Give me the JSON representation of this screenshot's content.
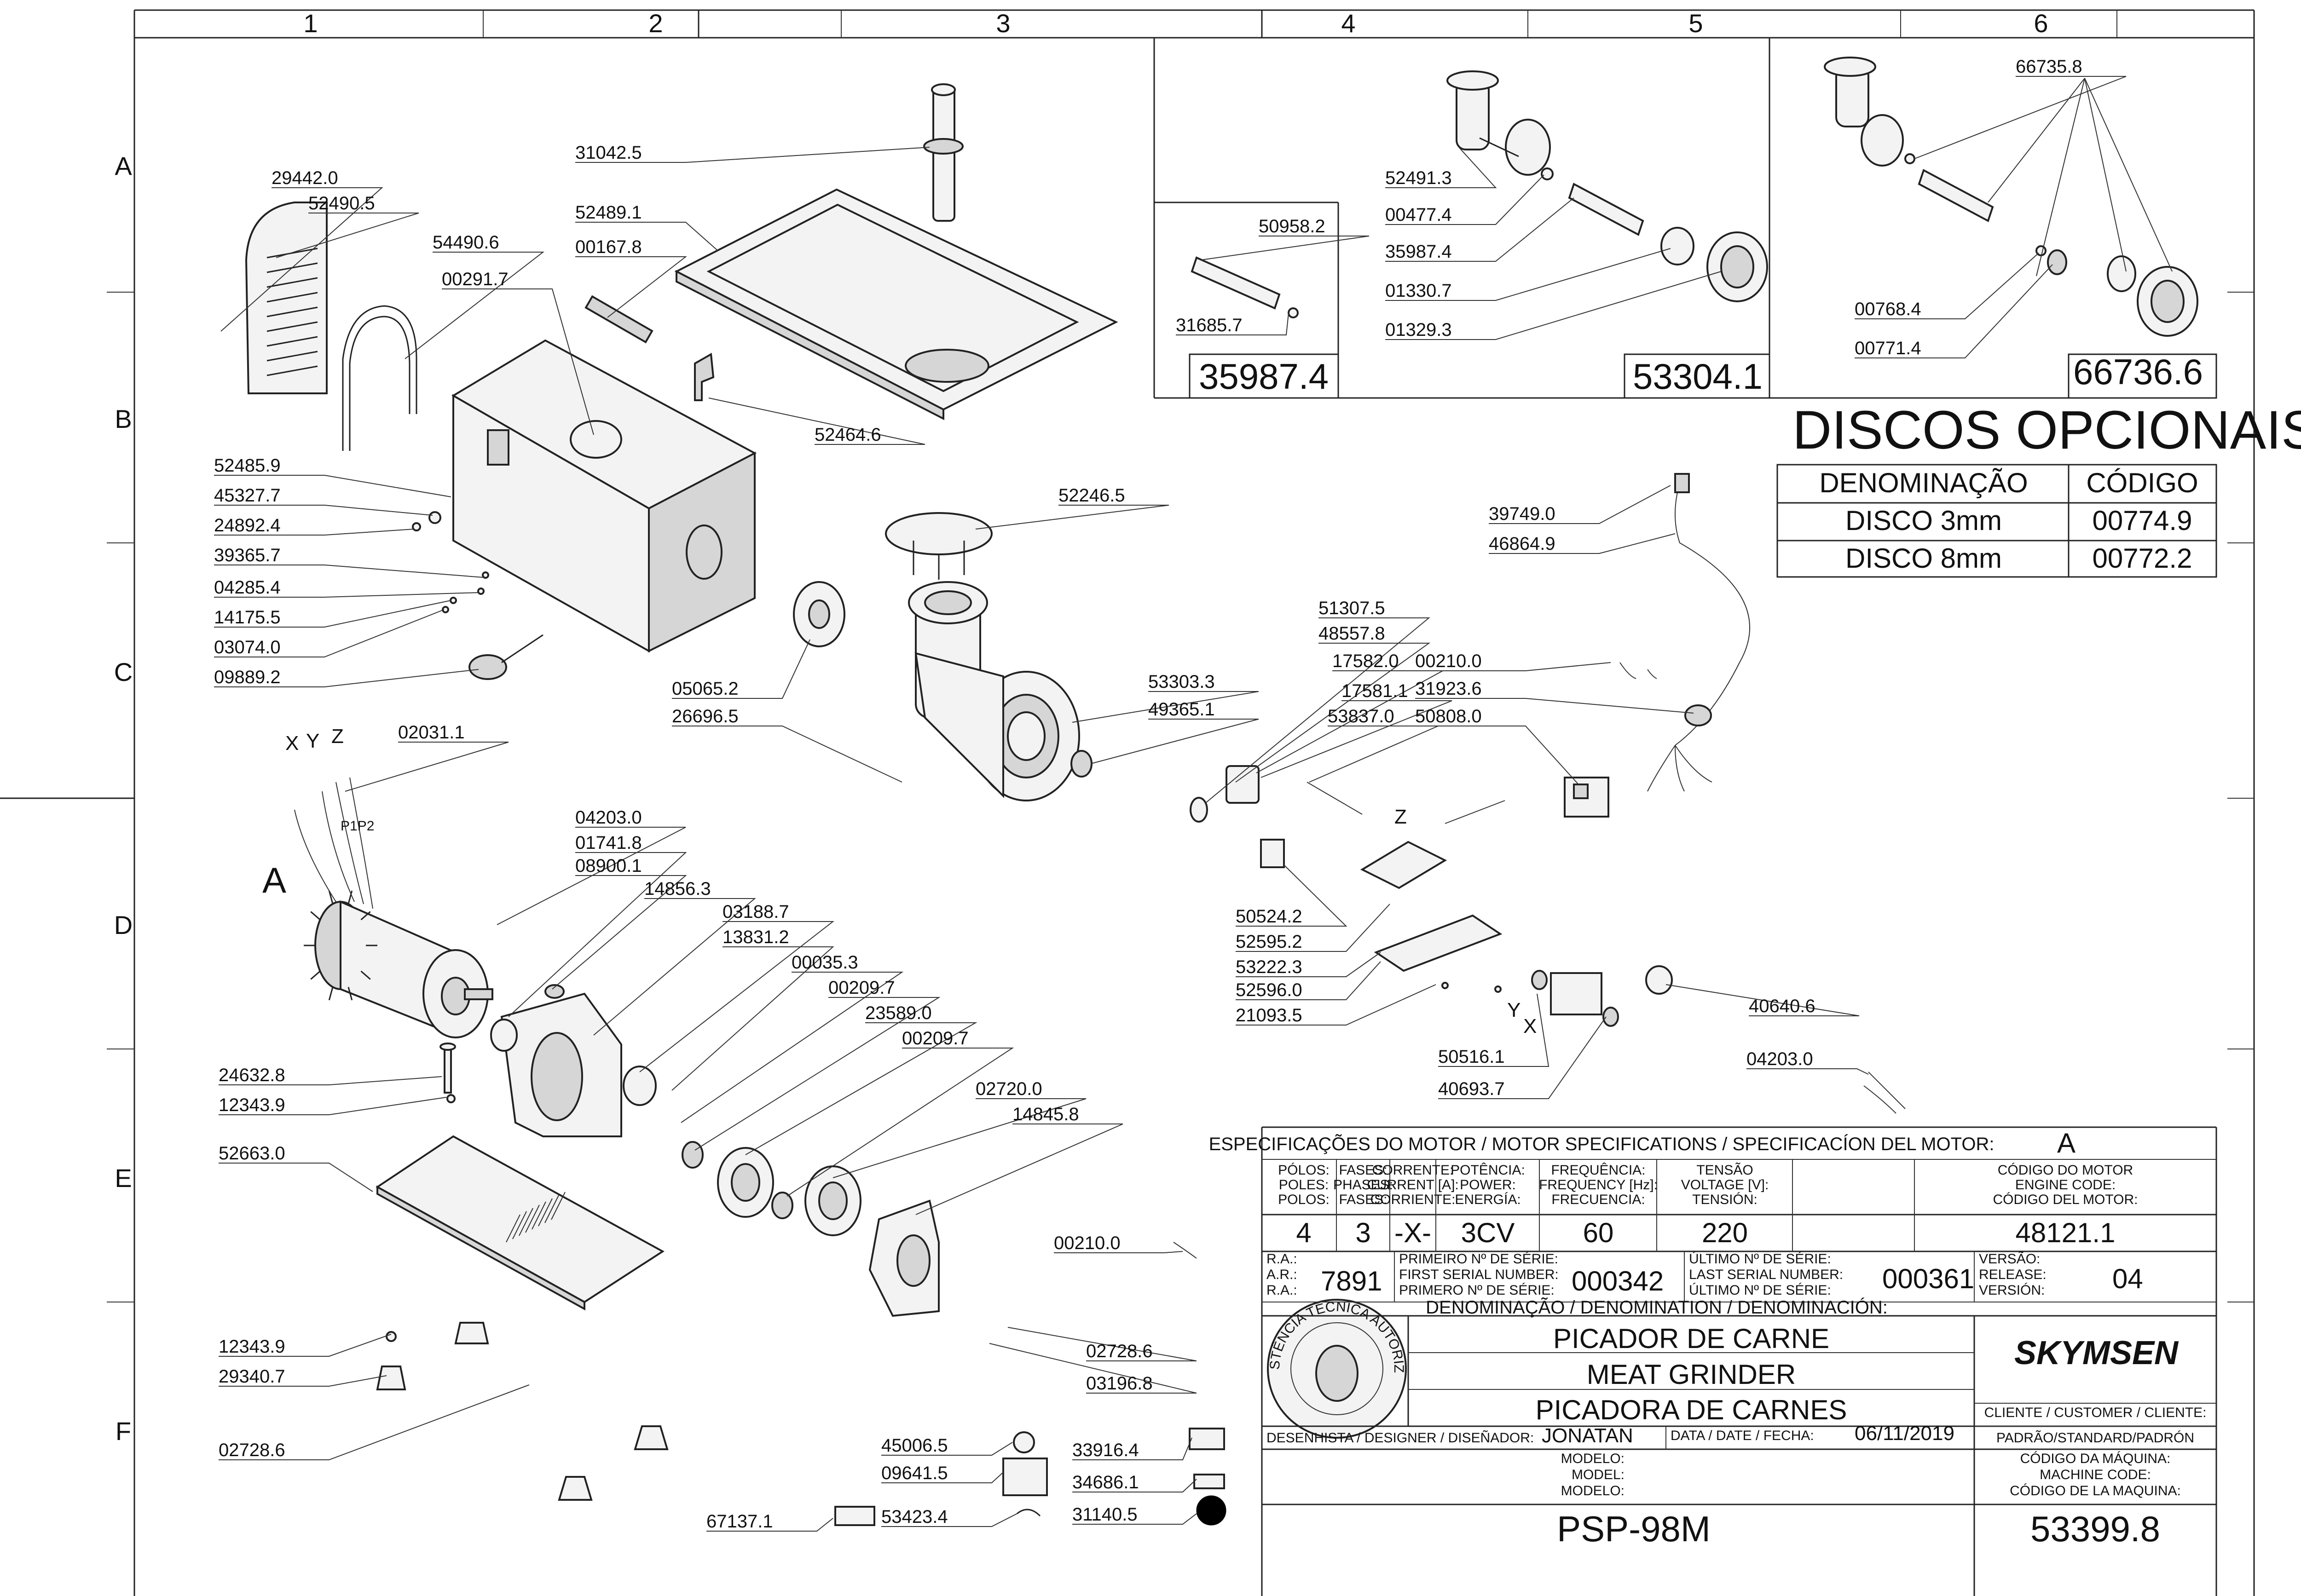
{
  "zones": {
    "columns": [
      "1",
      "2",
      "3",
      "4",
      "5",
      "6"
    ],
    "rows": [
      "A",
      "B",
      "C",
      "D",
      "E",
      "F"
    ]
  },
  "section_marker": "A",
  "axis_labels": {
    "motor_xyz": [
      "X",
      "Y",
      "Z"
    ],
    "wiring": "P1P2",
    "elec_z": "Z",
    "contactor_yx": [
      "Y",
      "X"
    ]
  },
  "part_labels": [
    "31042.5",
    "29442.0",
    "52490.5",
    "52489.1",
    "54490.6",
    "00167.8",
    "00291.7",
    "52464.6",
    "52485.9",
    "45327.7",
    "24892.4",
    "39365.7",
    "04285.4",
    "14175.5",
    "03074.0",
    "09889.2",
    "52246.5",
    "05065.2",
    "26696.5",
    "53303.3",
    "49365.1",
    "02031.1",
    "04203.0",
    "01741.8",
    "08900.1",
    "14856.3",
    "03188.7",
    "13831.2",
    "00035.3",
    "00209.7",
    "23589.0",
    "00209.7",
    "02720.0",
    "14845.8",
    "24632.8",
    "12343.9",
    "52663.0",
    "12343.9",
    "29340.7",
    "02728.6",
    "00210.0",
    "02728.6",
    "03196.8",
    "45006.5",
    "09641.5",
    "67137.1",
    "53423.4",
    "33916.4",
    "34686.1",
    "31140.5",
    "51307.5",
    "48557.8",
    "17582.0",
    "00210.0",
    "17581.1",
    "31923.6",
    "53837.0",
    "50808.0",
    "39749.0",
    "46864.9",
    "50524.2",
    "52595.2",
    "53222.3",
    "52596.0",
    "21093.5",
    "50516.1",
    "40693.7",
    "40640.6",
    "04203.0",
    "50958.2",
    "31685.7",
    "52491.3",
    "00477.4",
    "35987.4",
    "01330.7",
    "01329.3",
    "66735.8",
    "00768.4",
    "00771.4"
  ],
  "kits": {
    "kit1": "35987.4",
    "kit2": "53304.1",
    "kit3": "66736.6"
  },
  "optional_discs": {
    "title": "DISCOS OPCIONAIS",
    "headers": [
      "DENOMINAÇÃO",
      "CÓDIGO"
    ],
    "rows": [
      [
        "DISCO 3mm",
        "00774.9"
      ],
      [
        "DISCO 8mm",
        "00772.2"
      ]
    ]
  },
  "motor_spec": {
    "title": "ESPECIFICAÇÕES DO MOTOR / MOTOR SPECIFICATIONS / SPECIFICACÍON DEL MOTOR:",
    "motor_letter": "A",
    "columns": [
      {
        "header": [
          "PÓLOS:",
          "POLES:",
          "POLOS:"
        ],
        "value": "4"
      },
      {
        "header": [
          "FASES:",
          "PHASES:",
          "FASES:"
        ],
        "value": "3"
      },
      {
        "header": [
          "CORRENTE:",
          "CURRENT [A]:",
          "CORRIENTE:"
        ],
        "value": "-X-"
      },
      {
        "header": [
          "POTÊNCIA:",
          "POWER:",
          "ENERGÍA:"
        ],
        "value": "3CV"
      },
      {
        "header": [
          "FREQUÊNCIA:",
          "FREQUENCY [Hz]:",
          "FRECUENCIA:"
        ],
        "value": "60"
      },
      {
        "header": [
          "TENSÃO",
          "VOLTAGE [V]:",
          "TENSIÓN:"
        ],
        "value": "220"
      },
      {
        "header": [
          "CÓDIGO DO MOTOR",
          "ENGINE CODE:",
          "CÓDIGO DEL MOTOR:"
        ],
        "value": "48121.1"
      }
    ]
  },
  "serials": {
    "ra_label": [
      "R.A.:",
      "A.R.:",
      "R.A.:"
    ],
    "ra_value": "7891",
    "first_label": [
      "PRIMEIRO Nº DE SÉRIE:",
      "FIRST SERIAL NUMBER:",
      "PRIMERO Nº DE SÉRIE:"
    ],
    "first_value": "000342",
    "last_label": [
      "ÚLTIMO Nº DE SÉRIE:",
      "LAST SERIAL NUMBER:",
      "ÚLTIMO Nº DE SÉRIE:"
    ],
    "last_value": "000361",
    "version_label": [
      "VERSÃO:",
      "RELEASE:",
      "VERSIÓN:"
    ],
    "version_value": "04"
  },
  "title_block": {
    "denomination_label": "DENOMINAÇÃO / DENOMINATION / DENOMINACIÓN:",
    "names": [
      "PICADOR DE CARNE",
      "MEAT GRINDER",
      "PICADORA DE CARNES"
    ],
    "brand": "SKYMSEN",
    "seal_text": "ASSISTÊNCIA TÉCNICA AUTORIZADA",
    "customer_label": "CLIENTE / CUSTOMER / CLIENTE:",
    "customer_value": "PADRÃO/STANDARD/PADRÓN",
    "designer_label": "DESENHISTA / DESIGNER / DISEÑADOR:",
    "designer_value": "JONATAN",
    "date_label": "DATA / DATE / FECHA:",
    "date_value": "06/11/2019",
    "model_label": [
      "MODELO:",
      "MODEL:",
      "MODELO:"
    ],
    "model_value": "PSP-98M",
    "machine_code_label": [
      "CÓDIGO DA MÁQUINA:",
      "MACHINE CODE:",
      "CÓDIGO DE LA MAQUINA:"
    ],
    "machine_code_value": "53399.8"
  },
  "colors": {
    "ink": "#111111",
    "line": "#222222",
    "part_fill": "#f3f3f3",
    "part_shade": "#d6d6d6"
  }
}
